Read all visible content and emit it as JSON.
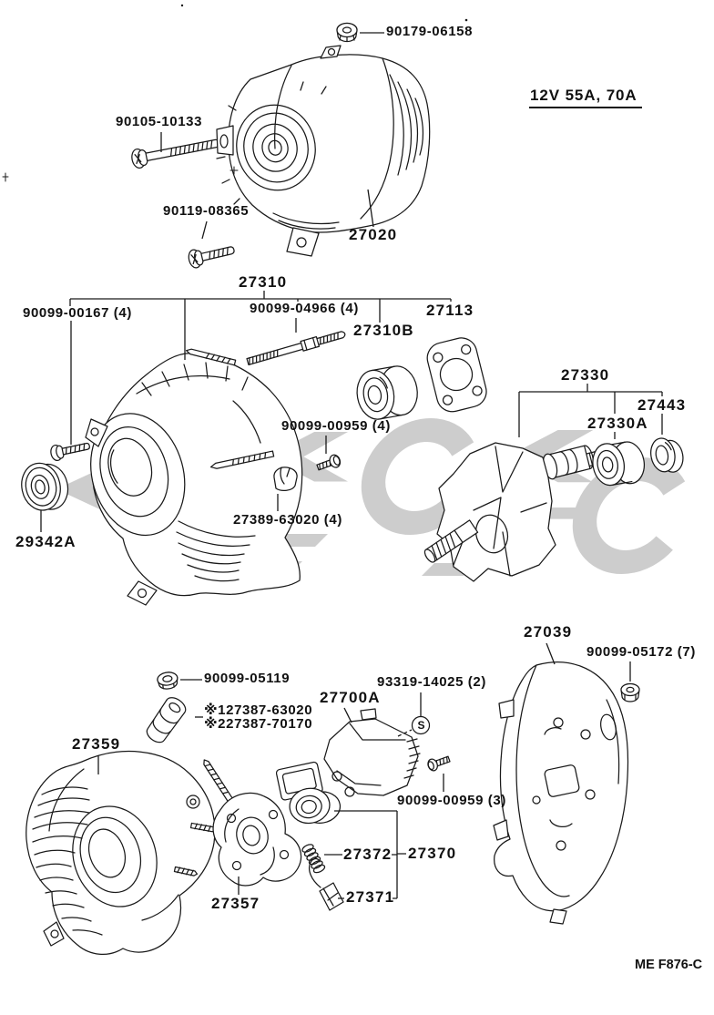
{
  "diagram": {
    "spec_label": "12V 55A, 70A",
    "page_code": "ME F876-C",
    "screw_symbol": "S",
    "line_color": "#1a1a1a",
    "watermark_color": "#c9c9c9",
    "labels": {
      "nut_top": "90179-06158",
      "bolt_long": "90105-10133",
      "bolt_short": "90119-08365",
      "alternator_assy": "27020",
      "rear_housing_assy": "27310",
      "bolt_00167": "90099-00167 (4)",
      "through_bolt": "90099-04966 (4)",
      "bearing_rear": "27310B",
      "plate": "27113",
      "rotor": "27330",
      "seal": "27443",
      "bearing_front": "27330A",
      "screw_00959_4": "90099-00959 (4)",
      "insulator": "27389-63020 (4)",
      "bearing_29342A": "29342A",
      "rear_cover": "27039",
      "nut_05172": "90099-05172 (7)",
      "nut_05119": "90099-05119",
      "screw_93319": "93319-14025 (2)",
      "regulator": "27700A",
      "collar_note1": "※127387-63020",
      "collar_note2": "※227387-70170",
      "front_cover": "27359",
      "screw_00959_3": "90099-00959 (3)",
      "spring": "27372",
      "brush_holder_set": "27370",
      "brush": "27371",
      "brush_holder": "27357"
    }
  }
}
